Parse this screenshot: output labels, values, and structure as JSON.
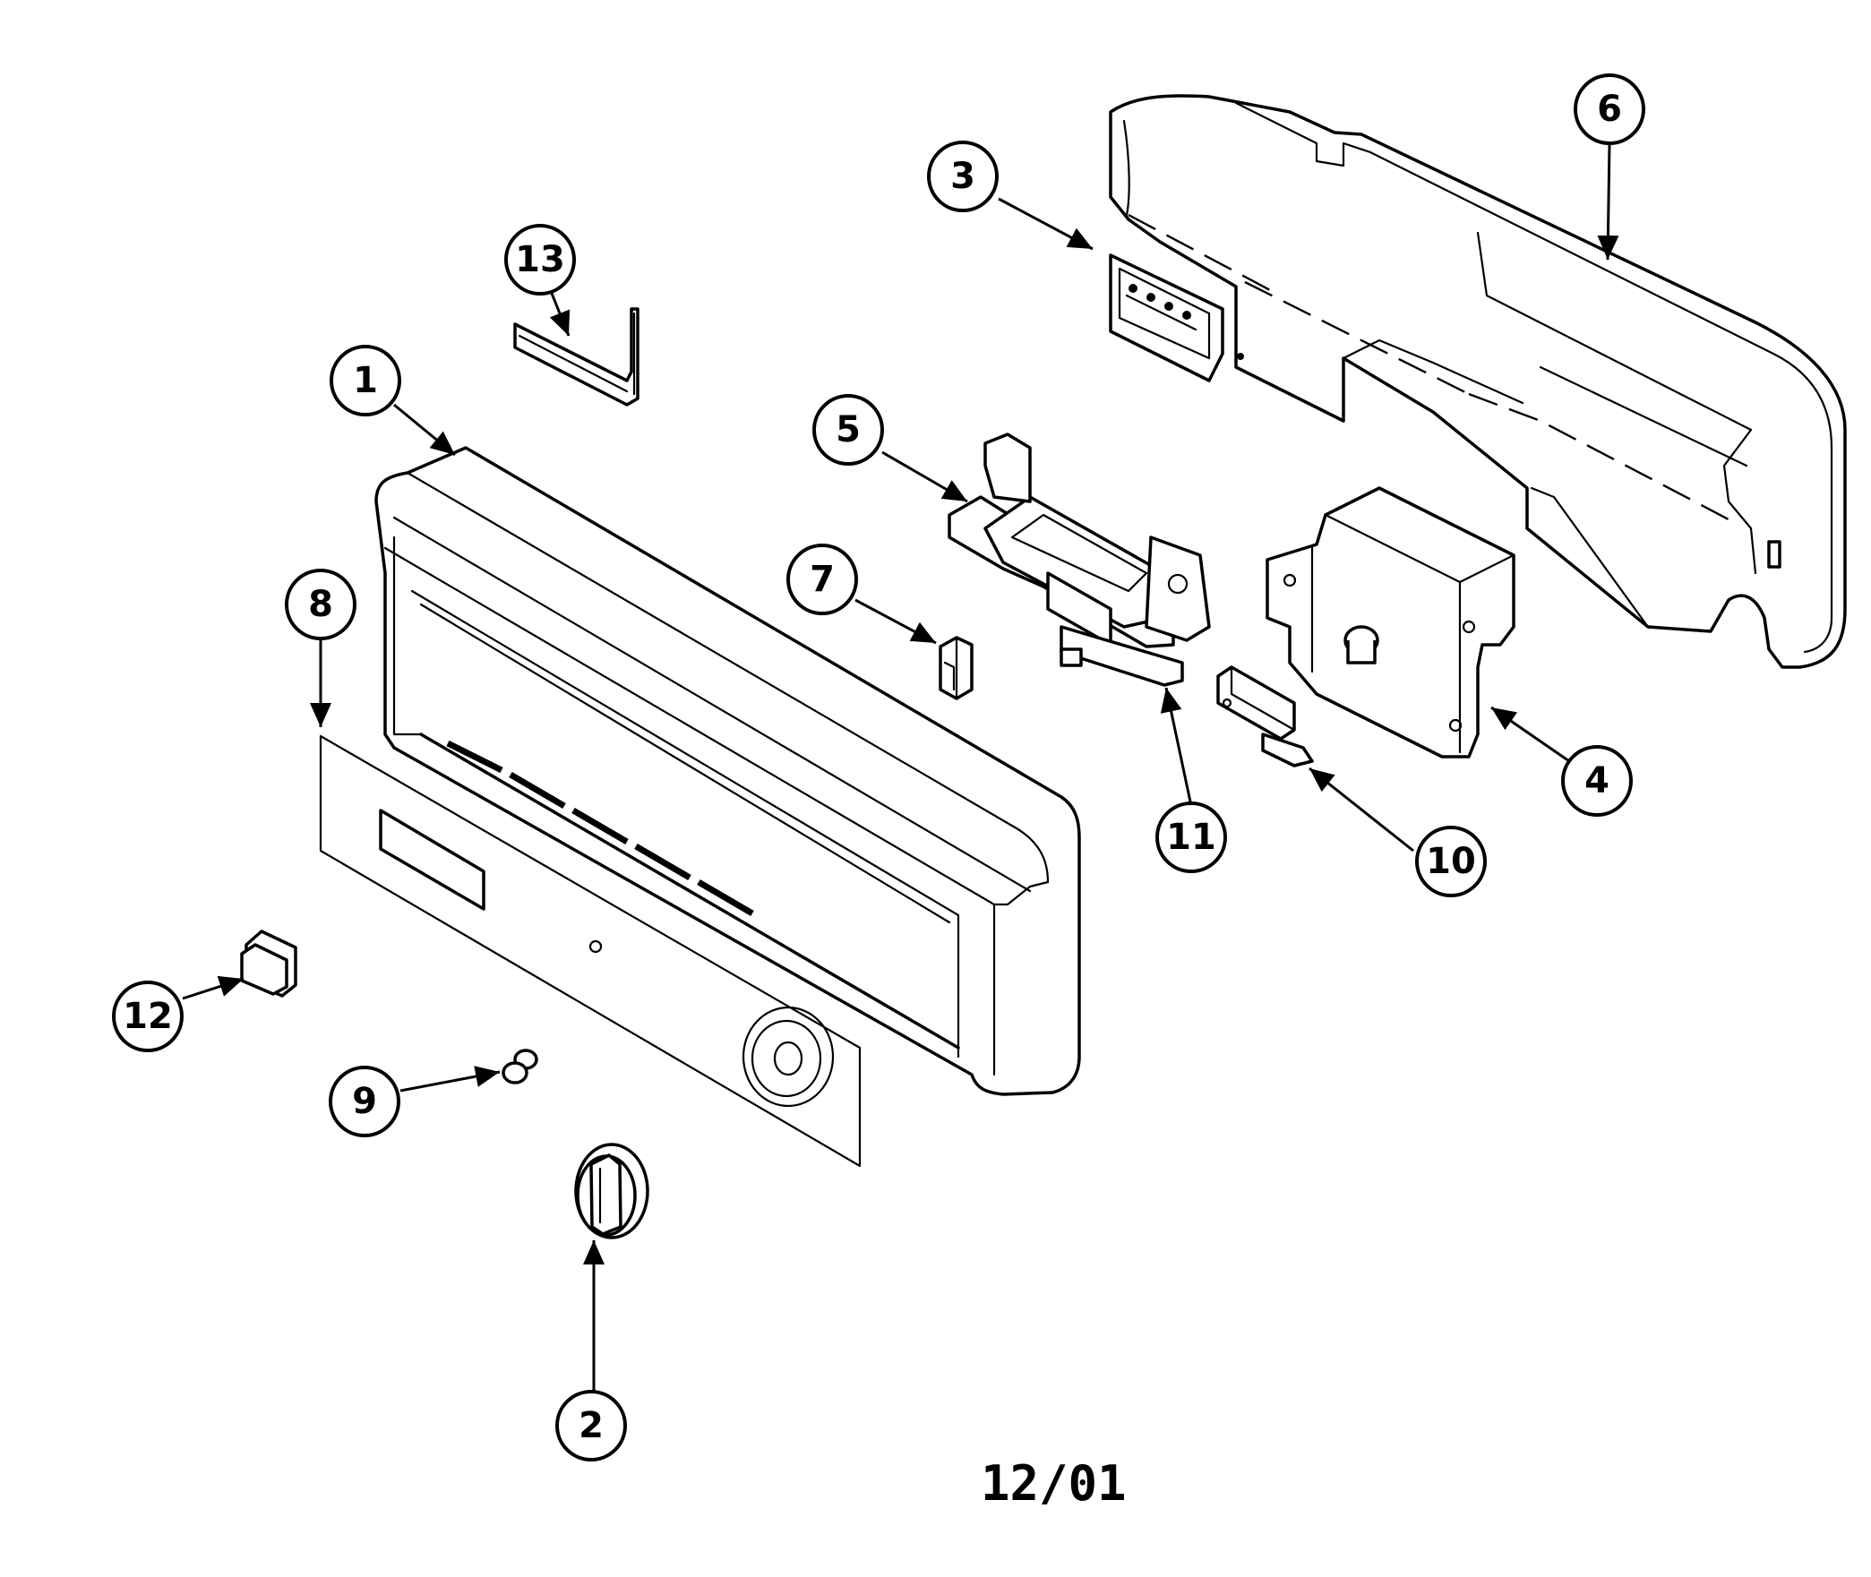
{
  "callouts": [
    {
      "id": "1",
      "label": "1"
    },
    {
      "id": "2",
      "label": "2"
    },
    {
      "id": "3",
      "label": "3"
    },
    {
      "id": "4",
      "label": "4"
    },
    {
      "id": "5",
      "label": "5"
    },
    {
      "id": "6",
      "label": "6"
    },
    {
      "id": "7",
      "label": "7"
    },
    {
      "id": "8",
      "label": "8"
    },
    {
      "id": "9",
      "label": "9"
    },
    {
      "id": "10",
      "label": "10"
    },
    {
      "id": "11",
      "label": "11"
    },
    {
      "id": "12",
      "label": "12"
    },
    {
      "id": "13",
      "label": "13"
    }
  ],
  "footer": {
    "date_code": "12/01"
  }
}
